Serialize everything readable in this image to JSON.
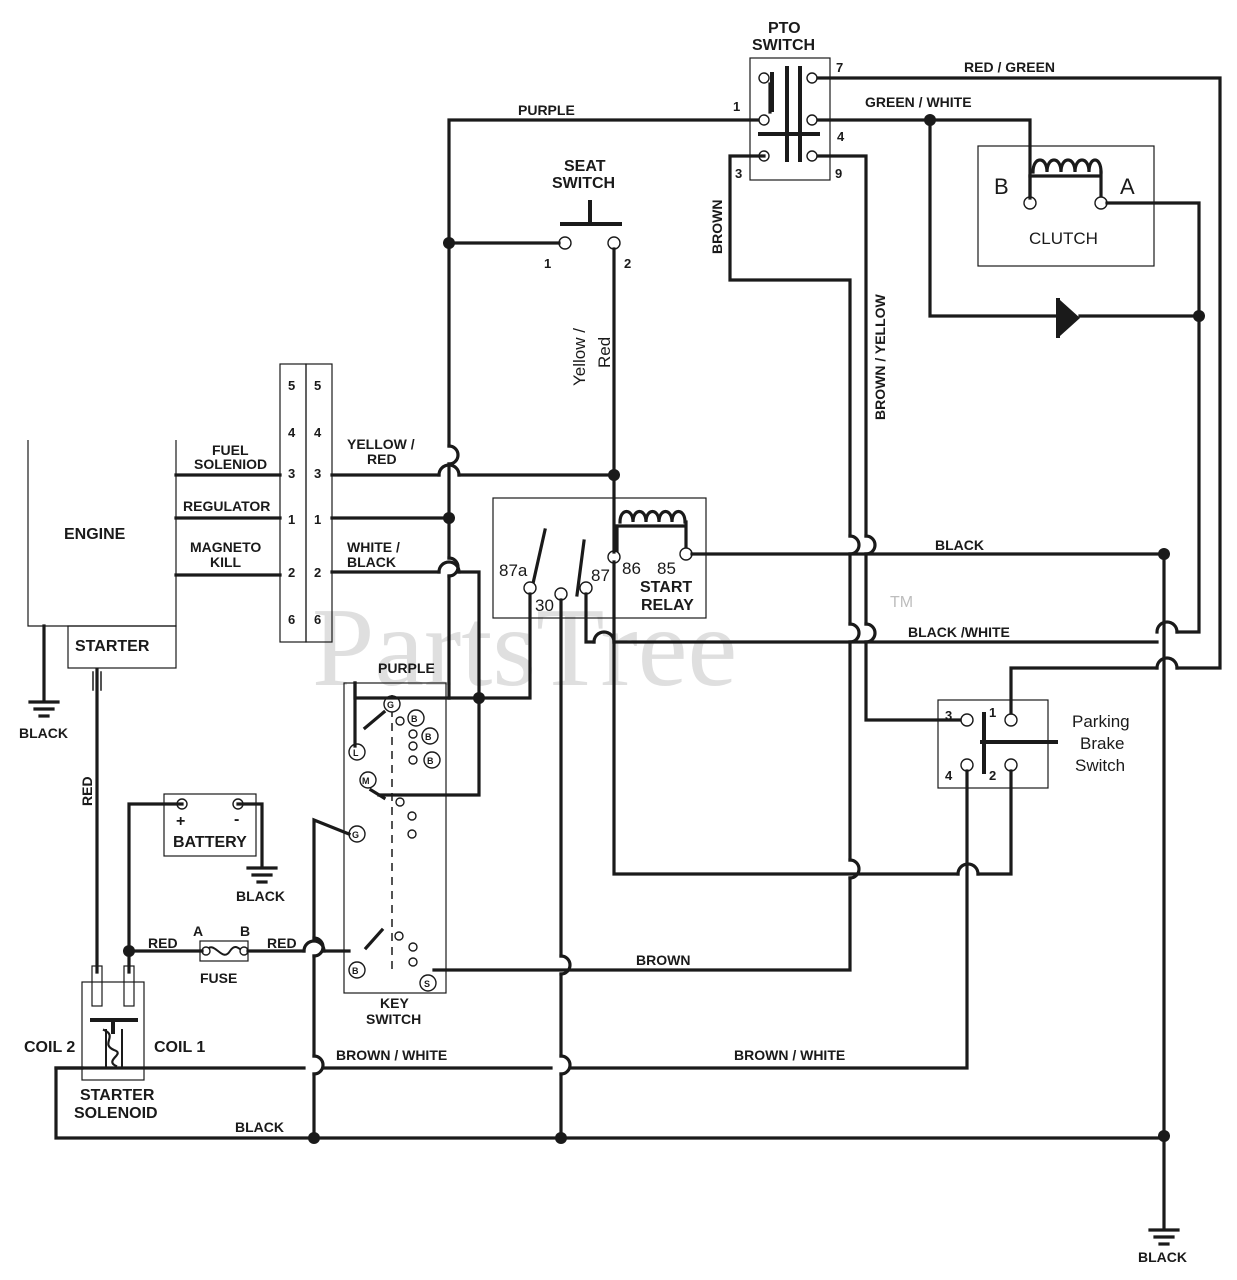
{
  "components": {
    "pto_switch": {
      "title_line1": "PTO",
      "title_line2": "SWITCH",
      "pins": [
        "7",
        "1",
        "4",
        "3",
        "9"
      ]
    },
    "seat_switch": {
      "title_line1": "SEAT",
      "title_line2": "SWITCH",
      "pins": [
        "1",
        "2"
      ]
    },
    "clutch": {
      "label": "CLUTCH",
      "terminal_b": "B",
      "terminal_a": "A"
    },
    "engine": {
      "label": "ENGINE",
      "starter": "STARTER",
      "leads": [
        "FUEL SOLENIOD",
        "REGULATOR",
        "MAGNETO KILL"
      ]
    },
    "connector": {
      "left_pins": [
        "5",
        "4",
        "3",
        "1",
        "2",
        "6"
      ],
      "right_pins": [
        "5",
        "4",
        "3",
        "1",
        "2",
        "6"
      ]
    },
    "start_relay": {
      "title_line1": "START",
      "title_line2": "RELAY",
      "pins": [
        "87a",
        "30",
        "87",
        "86",
        "85"
      ]
    },
    "parking_brake_switch": {
      "title_line1": "Parking",
      "title_line2": "Brake",
      "title_line3": "Switch",
      "pins": [
        "3",
        "1",
        "4",
        "2"
      ]
    },
    "key_switch": {
      "title_line1": "KEY",
      "title_line2": "SWITCH",
      "terminals": [
        "G",
        "L",
        "B",
        "B",
        "B",
        "M",
        "G",
        "B",
        "S"
      ]
    },
    "battery": {
      "label": "BATTERY",
      "plus": "+",
      "minus": "-"
    },
    "fuse": {
      "label": "FUSE",
      "terminal_a": "A",
      "terminal_b": "B"
    },
    "starter_solenoid": {
      "title_line1": "STARTER",
      "title_line2": "SOLENOID",
      "coil2": "COIL 2",
      "coil1": "COIL 1"
    }
  },
  "wires": {
    "red_green": "RED / GREEN",
    "purple_top": "PURPLE",
    "green_white": "GREEN / WHITE",
    "brown": "BROWN",
    "yellow_red_vertical_1": "Yellow /",
    "yellow_red_vertical_2": "Red",
    "brown_yellow": "BROWN / YELLOW",
    "yellow_red_1": "YELLOW /",
    "yellow_red_2": "RED",
    "white_black_1": "WHITE /",
    "white_black_2": "BLACK",
    "black_relay": "BLACK",
    "black_white": "BLACK /WHITE",
    "purple_key": "PURPLE",
    "red_vertical": "RED",
    "red_left": "RED",
    "red_right": "RED",
    "brown_key": "BROWN",
    "brown_white_left": "BROWN / WHITE",
    "brown_white_right": "BROWN / WHITE",
    "black_bottom": "BLACK"
  },
  "grounds": {
    "engine_ground": "BLACK",
    "battery_ground": "BLACK",
    "main_ground": "BLACK"
  },
  "watermark": {
    "text": "PartsTree",
    "trademark": "TM"
  },
  "colors": {
    "ink": "#1a1a1a",
    "watermark": "#cfcfcf",
    "background": "#ffffff"
  }
}
